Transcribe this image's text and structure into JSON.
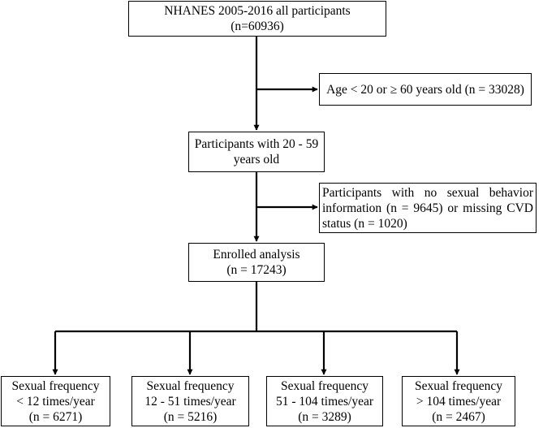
{
  "boxes": {
    "top": {
      "lines": [
        "NHANES 2005-2016 all participants",
        "(n=60936)"
      ]
    },
    "exclude1": {
      "lines": [
        "Age < 20 or ≥ 60 years old (n = 33028)"
      ]
    },
    "age": {
      "lines": [
        "Participants with 20 - 59",
        "years old"
      ]
    },
    "exclude2": {
      "lines": [
        "Participants with no sexual behavior",
        "information (n = 9645) or missing CVD",
        "status (n = 1020)"
      ]
    },
    "enrolled": {
      "lines": [
        "Enrolled analysis",
        "(n = 17243)"
      ]
    },
    "groups": [
      {
        "lines": [
          "Sexual frequency",
          "< 12 times/year",
          "(n = 6271)"
        ]
      },
      {
        "lines": [
          "Sexual frequency",
          "12 - 51 times/year",
          "(n = 5216)"
        ]
      },
      {
        "lines": [
          "Sexual frequency",
          "51 - 104 times/year",
          "(n = 3289)"
        ]
      },
      {
        "lines": [
          "Sexual frequency",
          "> 104 times/year",
          "(n = 2467)"
        ]
      }
    ]
  }
}
